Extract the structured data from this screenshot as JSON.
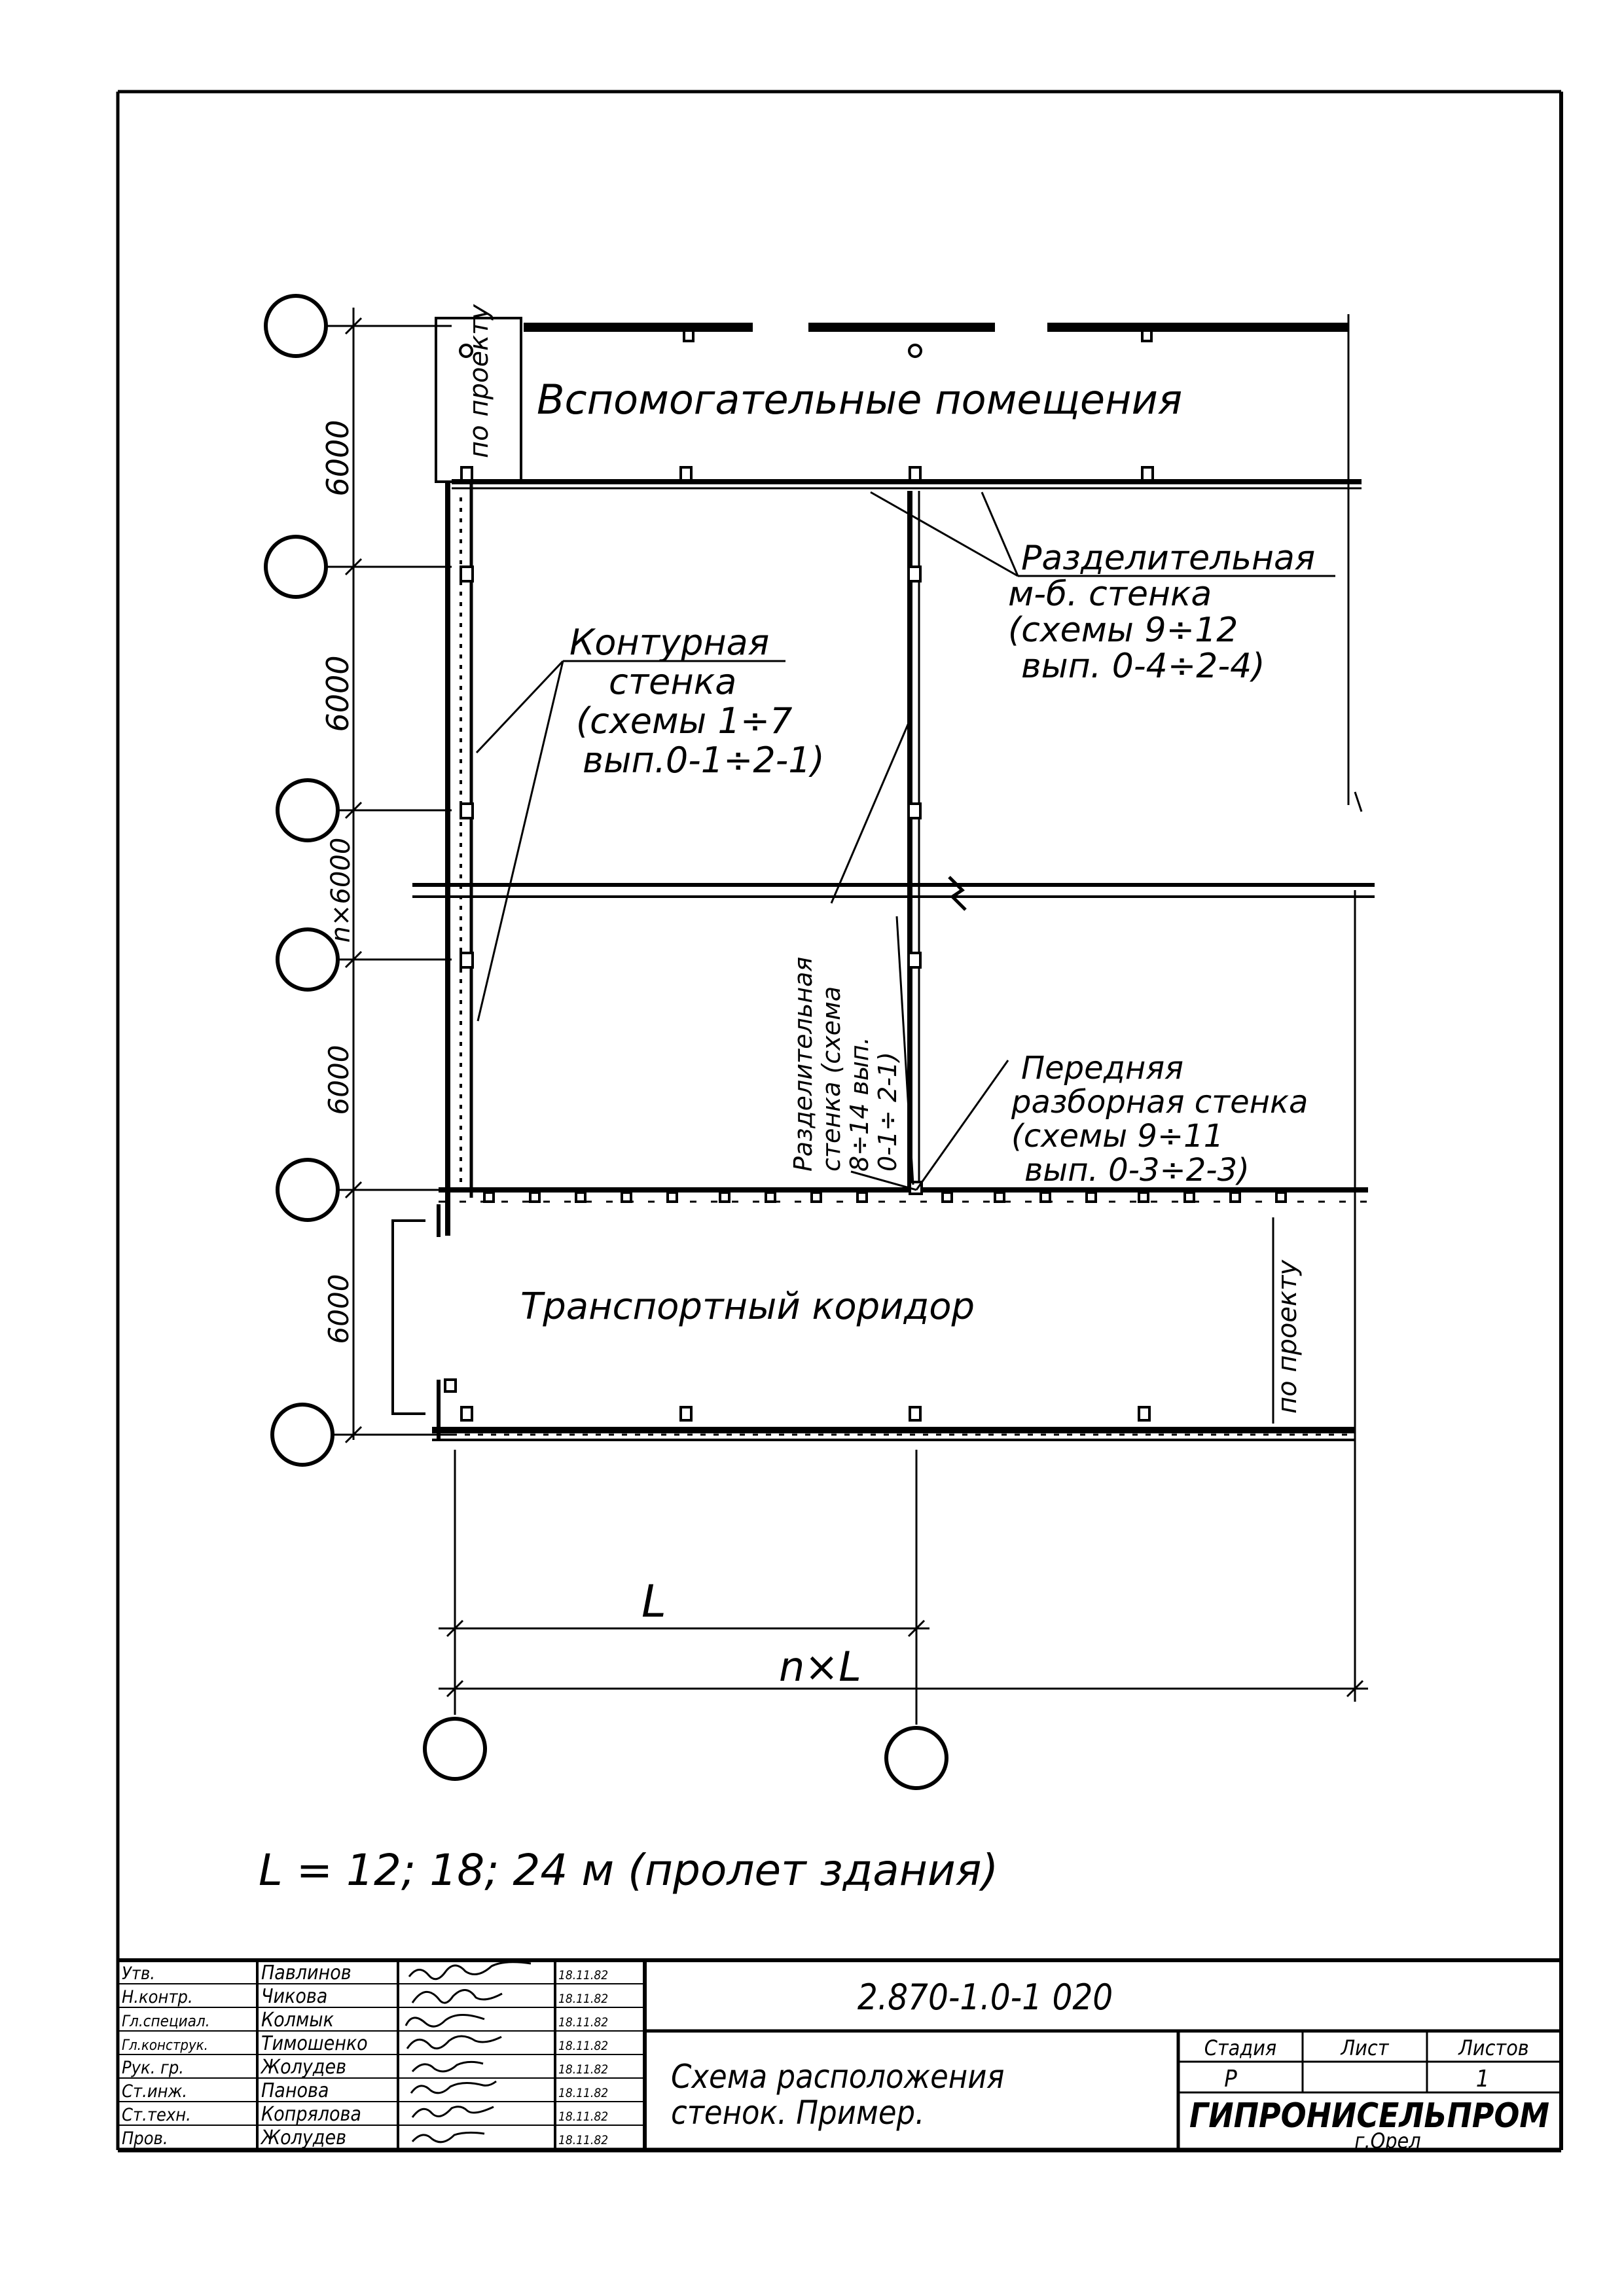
{
  "drawing": {
    "room_auxiliary": "Вспомогательные помещения",
    "by_project_top": "по проекту",
    "room_corridor": "Транспортный коридор",
    "by_project_right": "по проекту",
    "contour_wall": [
      "Контурная",
      "стенка",
      "(схемы 1÷7",
      "вып.0-1÷2-1)"
    ],
    "partition_wall_top": [
      "Разделительная",
      "м-б. стенка",
      "(схемы 9÷12",
      "вып. 0-4÷2-4)"
    ],
    "partition_wall_vertical": [
      "Разделительная",
      "стенка (схема",
      "8÷14 вып.",
      "0-1÷ 2-1)"
    ],
    "front_wall": [
      "Передняя",
      "разборная стенка",
      "(схемы 9÷11",
      "вып. 0-3÷2-3)"
    ],
    "dims_left": [
      "6000",
      "6000",
      "n×6000",
      "6000",
      "6000"
    ],
    "dim_L": "L",
    "dim_nL": "n×L",
    "formula": "L = 12; 18; 24 м (пролет здания)"
  },
  "stamp": {
    "code": "2.870-1.0-1 020",
    "title_lines": [
      "Схема расположения",
      "стенок. Пример."
    ],
    "stage_header": "Стадия",
    "sheet_header": "Лист",
    "sheets_header": "Листов",
    "stage_value": "Р",
    "sheet_value": "",
    "sheets_value": "1",
    "org": "ГИПРОНИСЕЛЬПРОМ",
    "city": "г.Орел",
    "rows": [
      {
        "role": "Утв.",
        "name": "Павлинов",
        "date": "18.11.82"
      },
      {
        "role": "Н.контр.",
        "name": "Чикова",
        "date": "18.11.82"
      },
      {
        "role": "Гл.специал.",
        "name": "Колмык",
        "date": "18.11.82"
      },
      {
        "role": "Гл.конструк.",
        "name": "Тимошенко",
        "date": "18.11.82"
      },
      {
        "role": "Рук. гр.",
        "name": "Жолудев",
        "date": "18.11.82"
      },
      {
        "role": "Ст.инж.",
        "name": "Панова",
        "date": "18.11.82"
      },
      {
        "role": "Ст.техн.",
        "name": "Копрялова",
        "date": "18.11.82"
      },
      {
        "role": "Пров.",
        "name": "Жолудев",
        "date": "18.11.82"
      }
    ]
  }
}
